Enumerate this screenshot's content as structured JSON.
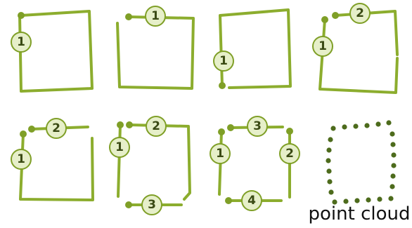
{
  "panels": [
    {
      "id": "panel-1",
      "badges": [
        "1"
      ]
    },
    {
      "id": "panel-2",
      "badges": [
        "1"
      ]
    },
    {
      "id": "panel-3",
      "badges": [
        "1"
      ]
    },
    {
      "id": "panel-4",
      "badges": [
        "1",
        "2"
      ]
    },
    {
      "id": "panel-5",
      "badges": [
        "1",
        "2"
      ]
    },
    {
      "id": "panel-6",
      "badges": [
        "1",
        "2",
        "3"
      ]
    },
    {
      "id": "panel-7",
      "badges": [
        "1",
        "2",
        "3",
        "4"
      ]
    },
    {
      "id": "panel-8",
      "badges": []
    }
  ],
  "caption": "point cloud",
  "colors": {
    "stroke": "#8cad2e",
    "endpoint": "#7f9f27",
    "badge_fill": "#e6efc9",
    "badge_border": "#7f9f27",
    "cloud_dot": "#4d6b1c"
  }
}
